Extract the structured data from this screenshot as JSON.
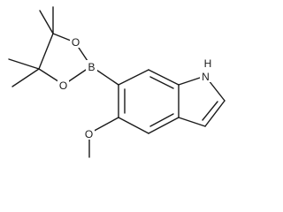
{
  "structure": {
    "labels": {
      "nh": "H",
      "n": "N",
      "b": "B",
      "o1": "O",
      "o2": "O",
      "o3": "O"
    }
  }
}
